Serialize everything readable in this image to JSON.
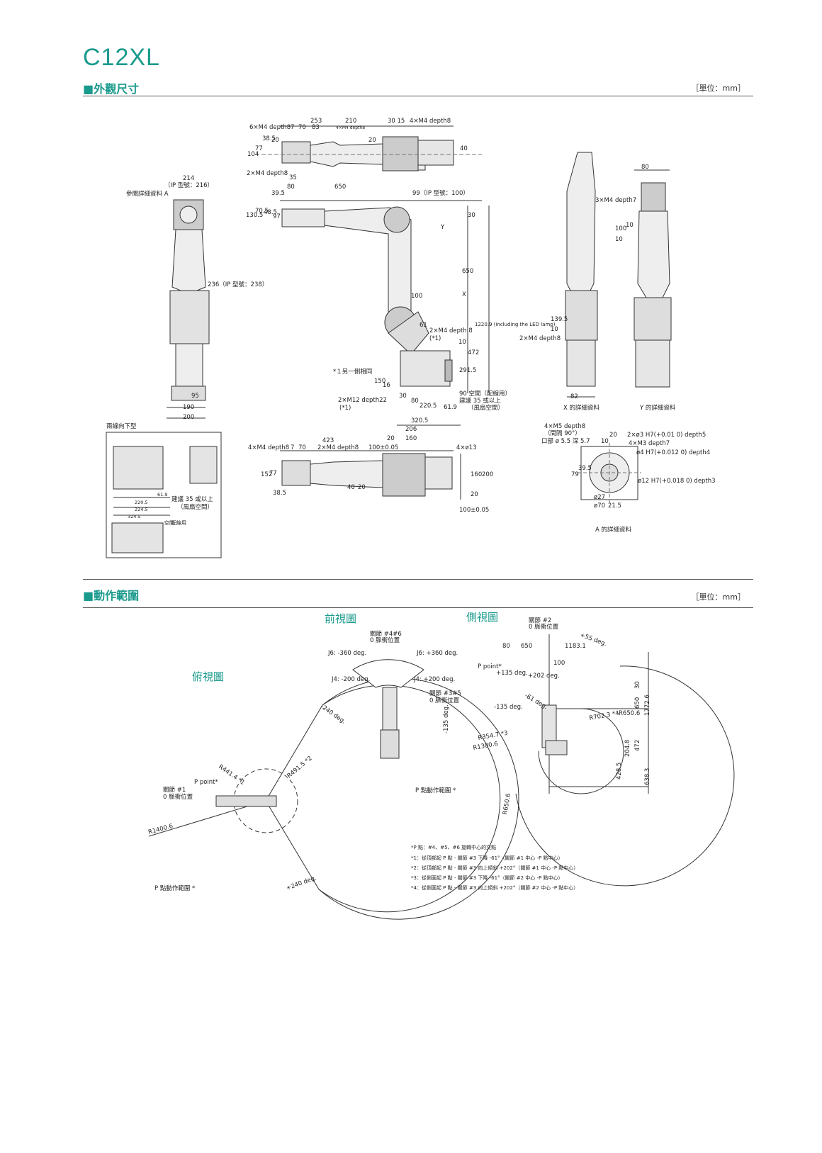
{
  "model": "C12XL",
  "section1": {
    "title": "■外觀尺寸",
    "unit": "［單位：mm］"
  },
  "section2": {
    "title": "■動作範圍",
    "unit": "［單位：mm］"
  },
  "top_view": {
    "labels": [
      "253",
      "210",
      "30 15",
      "4×M4 depth8",
      "6×M4 depth8",
      "7",
      "70",
      "83",
      "4×M4 depth8",
      "104",
      "77",
      "38.5",
      "20",
      "2×M4 depth8",
      "35",
      "20",
      "40"
    ]
  },
  "side_view": {
    "labels": [
      "80",
      "650",
      "99（IP 型號：100）",
      "39.5",
      "130.5",
      "70.5",
      "48.5",
      "97",
      "30",
      "Y",
      "X",
      "100",
      "650",
      "1220.9 (including the LED lamp)",
      "61",
      "2×M4 depth 8",
      "(*1)",
      "10",
      "472",
      "*１另一側相同",
      "291.5",
      "150",
      "16",
      "30",
      "80",
      "2×M12 depth22",
      "(*1)",
      "220.5",
      "61.9",
      "90 空間（配線用）",
      "建議 35 或以上",
      "（風扇空間）",
      "320.5"
    ]
  },
  "front_view": {
    "labels": [
      "214",
      "（IP 型號：216）",
      "參閱詳細資料 A",
      "236（IP 型號：238）",
      "95",
      "190",
      "200"
    ]
  },
  "cable_view": {
    "title": "兩線向下型",
    "labels": [
      "61.9",
      "220.5",
      "224.5",
      "324.5",
      "建議 35 或以上",
      "（風扇空間）",
      "空間",
      "配線用"
    ]
  },
  "bottom_view": {
    "labels": [
      "206",
      "423",
      "20",
      "160",
      "4×M4 depth8",
      "7",
      "70",
      "2×M4 depth8",
      "100±0.05",
      "4×ø13",
      "152",
      "77",
      "38.5",
      "40",
      "20",
      "160",
      "200",
      "100±0.05",
      "20"
    ]
  },
  "x_detail": {
    "title": "X 的詳細資料",
    "labels": [
      "139.5",
      "10",
      "2×M4 depth8",
      "82"
    ]
  },
  "y_detail": {
    "title": "Y 的詳細資料",
    "labels": [
      "80",
      "3×M4 depth7",
      "100",
      "10",
      "10"
    ]
  },
  "a_detail": {
    "title": "A 的詳細資料",
    "labels": [
      "4×M5 depth8",
      "（間隔 90°）",
      "口部 ø 5.5 深 5.7",
      "20",
      "10",
      "2×ø3 H7(+0.01 0) depth5",
      "4×M3 depth7",
      "ø4 H7(+0.012 0) depth4",
      "ø12 H7(+0.018 0) depth3",
      "79",
      "39.5",
      "ø27",
      "ø70",
      "21.5"
    ]
  },
  "motion": {
    "front_title": "前視圖",
    "side_title": "側視圖",
    "top_title": "俯視圖",
    "front_labels": [
      "關節 #4#6",
      "0 脈衝位置",
      "J6: -360 deg.",
      "J6: +360 deg.",
      "J4: -200 deg.",
      "J4: +200 deg.",
      "關節 #3#5",
      "0 脈衝位置"
    ],
    "top_labels": [
      "-240 deg.",
      "R441.4 *1",
      "R491.5 *2",
      "P point*",
      "關節 #1",
      "0 脈衝位置",
      "R1400.6",
      "P 點動作範圍 *",
      "+240 deg."
    ],
    "side_labels": [
      "關節 #2",
      "0 脈衝位置",
      "+55 deg.",
      "80",
      "650",
      "1183.1",
      "P point*",
      "+135 deg.",
      "100",
      "+202 deg.",
      "-135 deg.",
      "-61 deg.",
      "-135 deg.",
      "R702.3 *4",
      "R650.6",
      "R354.7 *3",
      "R1300.6",
      "P 點動作範圍 *",
      "R650.6",
      "30",
      "650",
      "1772.6",
      "204.8",
      "472",
      "428.5",
      "638.3"
    ],
    "notes": [
      "*P 點：#4、#5、#6 旋轉中心的交點",
      "*1：從頂部起 P 點 - 關節 #3 下降 -61°（關節 #1 中心 -P 點中心）",
      "*2：從頂部起 P 點 - 關節 #3 向上傾斜 +202°（關節 #1 中心 -P 點中心）",
      "*3：從側面起 P 點 - 關節 #3 下降 -61°（關節 #2 中心 -P 點中心）",
      "*4：從側面起 P 點 - 關節 #3 向上傾斜 +202°（關節 #2 中心 -P 點中心）"
    ]
  }
}
